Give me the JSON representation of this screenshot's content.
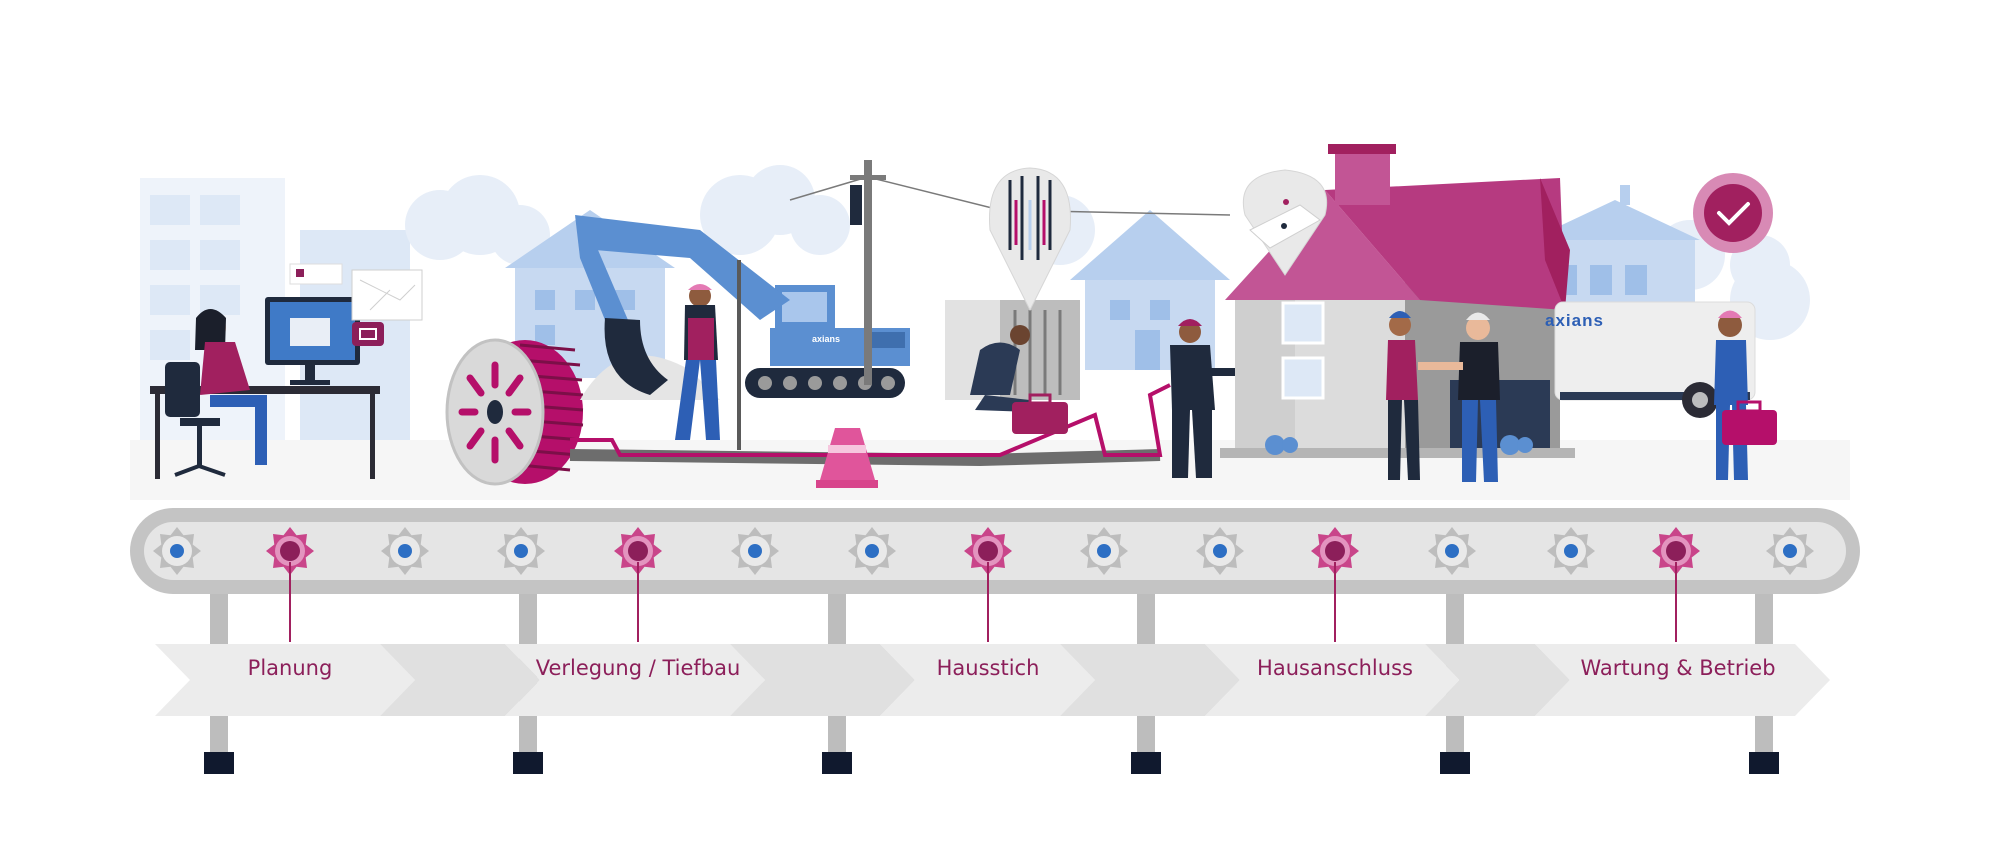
{
  "process": {
    "steps": [
      {
        "id": "planung",
        "label": "Planung"
      },
      {
        "id": "verlegung",
        "label": "Verlegung / Tiefbau"
      },
      {
        "id": "hausstich",
        "label": "Hausstich"
      },
      {
        "id": "hausanschluss",
        "label": "Hausanschluss"
      },
      {
        "id": "wartung",
        "label": "Wartung & Betrieb"
      }
    ]
  },
  "branding": {
    "van_logo": "axians",
    "excavator_logo": "axians"
  },
  "colors": {
    "magenta": "#8c1f5a",
    "magenta_light": "#c9458a",
    "blue": "#5b8fd1",
    "light_blue": "#b7cfee",
    "pale_blue": "#dde8f6",
    "gray": "#9a9a9a",
    "light_gray": "#e9e9e9",
    "dark_navy": "#1f2a3d"
  },
  "icons": {
    "completion": "checkmark-icon",
    "wifi": "wifi-router-icon"
  }
}
